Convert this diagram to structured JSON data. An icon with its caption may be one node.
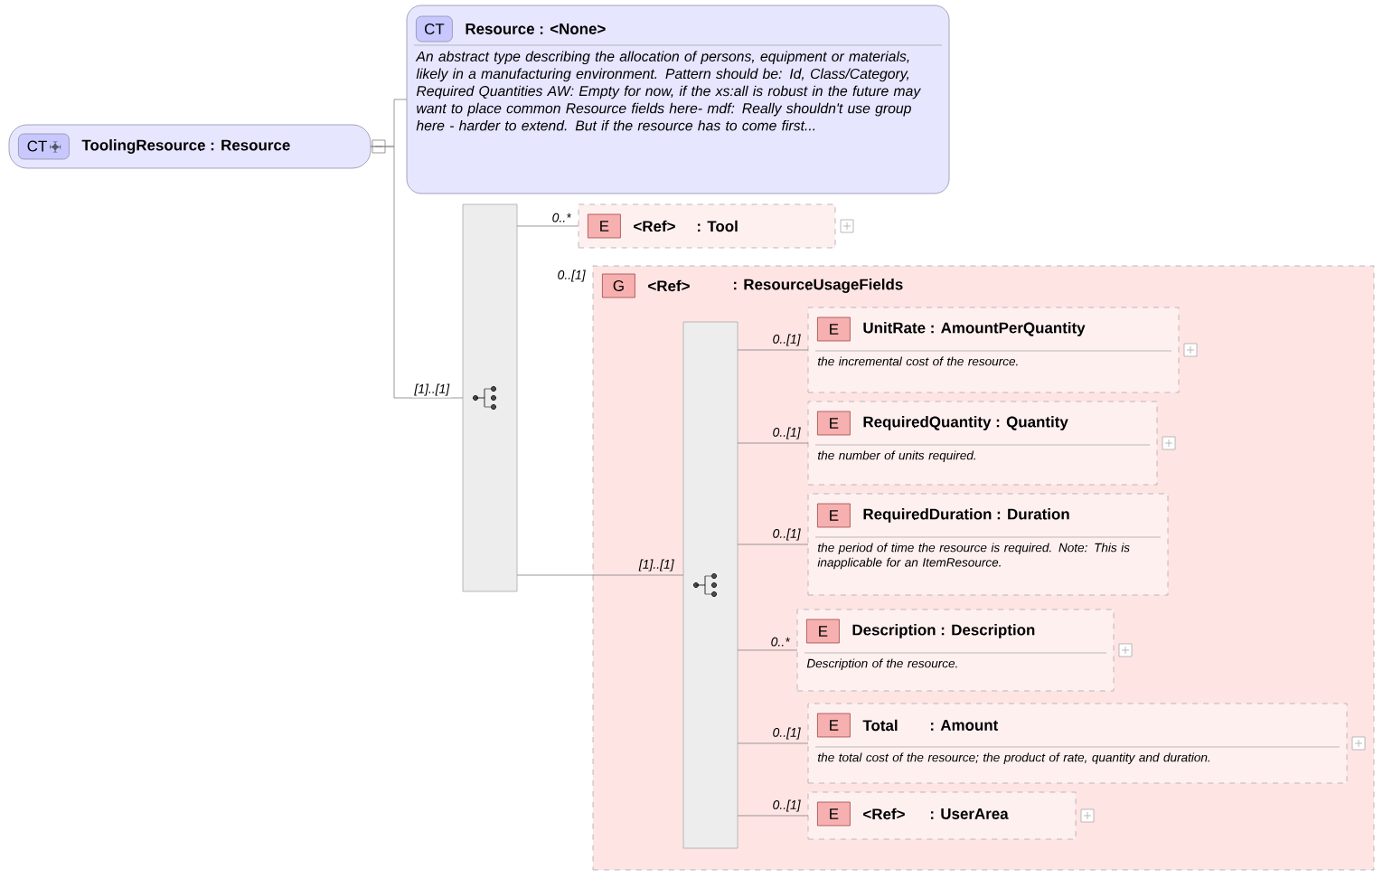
{
  "diagram": {
    "nodes": [
      {
        "text": [
          "CT",
          "ToolingResource : Resource"
        ]
      },
      {
        "text": [
          "CT",
          "Resource : <None>",
          "An abstract type describing the allocation of persons, equipment or materials, likely in a manufacturing environment. Pattern should be: Id, Class/Category, Required Quantities AW: Empty for now, if the xs:all is robust in the future may want to place common Resource fields here- mdf: Really shouldn't use group here - harder to extend. But if the resource has to come first..."
        ]
      },
      {
        "text": [],
        "shape": "bar"
      },
      {
        "text": [
          "E",
          "<Ref>",
          ": Tool"
        ]
      },
      {
        "text": [
          "G",
          "<Ref>",
          ": ResourceUsageFields"
        ],
        "beside": [
          "0..[1]"
        ]
      },
      {
        "text": [],
        "shape": "bar",
        "in": 4
      },
      {
        "text": [
          "E",
          "UnitRate : AmountPerQuantity",
          "the incremental cost of the resource."
        ],
        "in": 4
      },
      {
        "text": [
          "E",
          "RequiredQuantity : Quantity",
          "the number of units required."
        ],
        "in": 4
      },
      {
        "text": [
          "E",
          "RequiredDuration : Duration",
          "the period of time the resource is required. Note: This is inapplicable for an ItemResource."
        ],
        "in": 4
      },
      {
        "text": [
          "E",
          "Description : Description",
          "Description of the resource."
        ],
        "in": 4
      },
      {
        "text": [
          "E",
          "Total",
          ": Amount",
          "the total cost of the resource; the product of rate, quantity and duration."
        ],
        "in": 4
      },
      {
        "text": [
          "E",
          "<Ref>",
          ": UserArea"
        ],
        "in": 4
      }
    ],
    "edges": [
      {
        "from": 0,
        "to": 1,
        "arrow": "none"
      },
      {
        "from": 0,
        "to": 2,
        "arrow": "none",
        "label": "[1]..[1]"
      },
      {
        "from": 2,
        "to": 3,
        "arrow": "none",
        "label": "0..*"
      },
      {
        "from": 2,
        "to": 5,
        "arrow": "none",
        "label": "[1]..[1]"
      },
      {
        "from": 5,
        "to": 6,
        "arrow": "none",
        "label": "0..[1]"
      },
      {
        "from": 5,
        "to": 7,
        "arrow": "none",
        "label": "0..[1]"
      },
      {
        "from": 5,
        "to": 8,
        "arrow": "none",
        "label": "0..[1]"
      },
      {
        "from": 5,
        "to": 9,
        "arrow": "none",
        "label": "0..*"
      },
      {
        "from": 5,
        "to": 10,
        "arrow": "none",
        "label": "0..[1]"
      },
      {
        "from": 5,
        "to": 11,
        "arrow": "none",
        "label": "0..[1]"
      }
    ]
  }
}
